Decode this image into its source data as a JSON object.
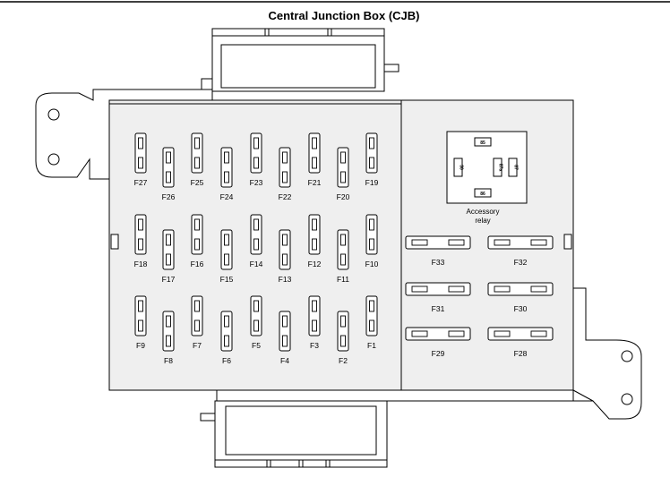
{
  "title": "Central Junction Box (CJB)",
  "vertical_fuses": [
    {
      "label": "F27",
      "col": 0,
      "row": 0
    },
    {
      "label": "F26",
      "col": 1,
      "row": 0
    },
    {
      "label": "F25",
      "col": 2,
      "row": 0
    },
    {
      "label": "F24",
      "col": 3,
      "row": 0
    },
    {
      "label": "F23",
      "col": 4,
      "row": 0
    },
    {
      "label": "F22",
      "col": 5,
      "row": 0
    },
    {
      "label": "F21",
      "col": 6,
      "row": 0
    },
    {
      "label": "F20",
      "col": 7,
      "row": 0
    },
    {
      "label": "F19",
      "col": 8,
      "row": 0
    },
    {
      "label": "F18",
      "col": 0,
      "row": 1
    },
    {
      "label": "F17",
      "col": 1,
      "row": 1
    },
    {
      "label": "F16",
      "col": 2,
      "row": 1
    },
    {
      "label": "F15",
      "col": 3,
      "row": 1
    },
    {
      "label": "F14",
      "col": 4,
      "row": 1
    },
    {
      "label": "F13",
      "col": 5,
      "row": 1
    },
    {
      "label": "F12",
      "col": 6,
      "row": 1
    },
    {
      "label": "F11",
      "col": 7,
      "row": 1
    },
    {
      "label": "F10",
      "col": 8,
      "row": 1
    },
    {
      "label": "F9",
      "col": 0,
      "row": 2
    },
    {
      "label": "F8",
      "col": 1,
      "row": 2
    },
    {
      "label": "F7",
      "col": 2,
      "row": 2
    },
    {
      "label": "F6",
      "col": 3,
      "row": 2
    },
    {
      "label": "F5",
      "col": 4,
      "row": 2
    },
    {
      "label": "F4",
      "col": 5,
      "row": 2
    },
    {
      "label": "F3",
      "col": 6,
      "row": 2
    },
    {
      "label": "F2",
      "col": 7,
      "row": 2
    },
    {
      "label": "F1",
      "col": 8,
      "row": 2
    }
  ],
  "horizontal_fuses": [
    {
      "label": "F33",
      "col": 0,
      "row": 0
    },
    {
      "label": "F32",
      "col": 1,
      "row": 0
    },
    {
      "label": "F31",
      "col": 0,
      "row": 1
    },
    {
      "label": "F30",
      "col": 1,
      "row": 1
    },
    {
      "label": "F29",
      "col": 0,
      "row": 2
    },
    {
      "label": "F28",
      "col": 1,
      "row": 2
    }
  ],
  "relay": {
    "label_line1": "Accessory",
    "label_line2": "relay",
    "pin_top": "85",
    "pin_left": "30",
    "pin_mid": "87a",
    "pin_right": "87",
    "pin_bottom": "86"
  }
}
